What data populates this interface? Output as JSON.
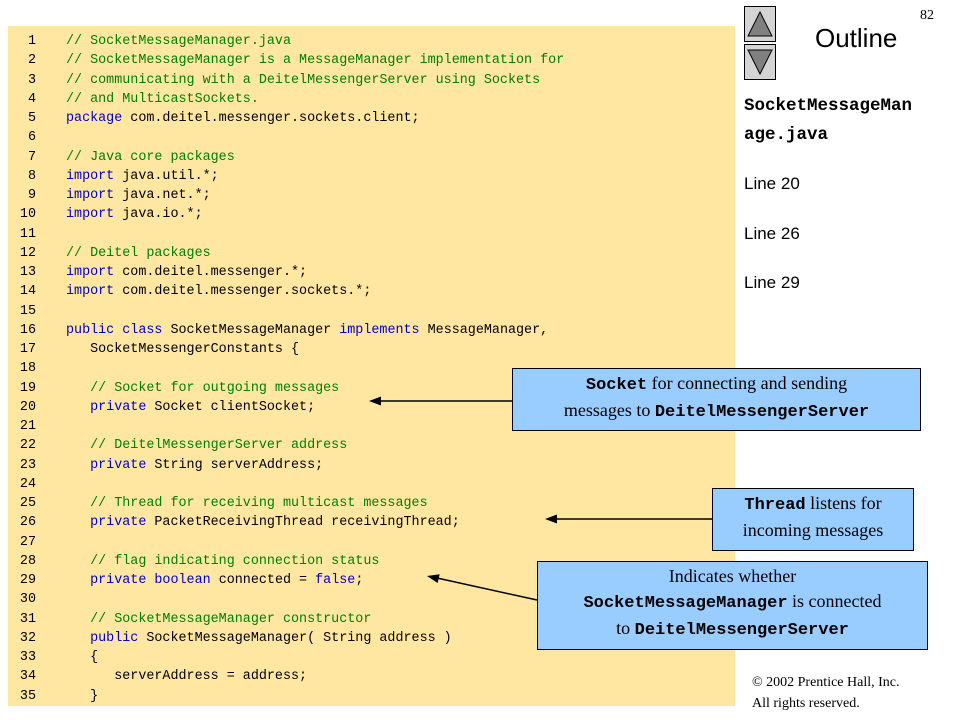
{
  "page_number": "82",
  "outline": {
    "title": "Outline",
    "file_title_line1": "SocketMessageMan",
    "file_title_line2": "age.java",
    "lines": [
      "Line 20",
      "Line 26",
      "Line 29"
    ]
  },
  "nav": {
    "up_icon": "triangle-up-icon",
    "down_icon": "triangle-down-icon"
  },
  "colors": {
    "code_background": "#ffe6a1",
    "callout_background": "#99ccff",
    "comment": "#008000",
    "keyword": "#0000cc"
  },
  "code_lines": [
    {
      "num": "1",
      "segments": [
        {
          "t": "// SocketMessageManager.java",
          "k": "cm"
        }
      ]
    },
    {
      "num": "2",
      "segments": [
        {
          "t": "// SocketMessageManager is a MessageManager implementation for",
          "k": "cm"
        }
      ]
    },
    {
      "num": "3",
      "segments": [
        {
          "t": "// communicating with a DeitelMessengerServer using Sockets",
          "k": "cm"
        }
      ]
    },
    {
      "num": "4",
      "segments": [
        {
          "t": "// and MulticastSockets.",
          "k": "cm"
        }
      ]
    },
    {
      "num": "5",
      "segments": [
        {
          "t": "package",
          "k": "kw"
        },
        {
          "t": " com.deitel.messenger.sockets.client;",
          "k": ""
        }
      ]
    },
    {
      "num": "6",
      "segments": []
    },
    {
      "num": "7",
      "segments": [
        {
          "t": "// Java core packages",
          "k": "cm"
        }
      ]
    },
    {
      "num": "8",
      "segments": [
        {
          "t": "import",
          "k": "kw"
        },
        {
          "t": " java.util.*;",
          "k": ""
        }
      ]
    },
    {
      "num": "9",
      "segments": [
        {
          "t": "import",
          "k": "kw"
        },
        {
          "t": " java.net.*;",
          "k": ""
        }
      ]
    },
    {
      "num": "10",
      "segments": [
        {
          "t": "import",
          "k": "kw"
        },
        {
          "t": " java.io.*;",
          "k": ""
        }
      ]
    },
    {
      "num": "11",
      "segments": []
    },
    {
      "num": "12",
      "segments": [
        {
          "t": "// Deitel packages",
          "k": "cm"
        }
      ]
    },
    {
      "num": "13",
      "segments": [
        {
          "t": "import",
          "k": "kw"
        },
        {
          "t": " com.deitel.messenger.*;",
          "k": ""
        }
      ]
    },
    {
      "num": "14",
      "segments": [
        {
          "t": "import",
          "k": "kw"
        },
        {
          "t": " com.deitel.messenger.sockets.*;",
          "k": ""
        }
      ]
    },
    {
      "num": "15",
      "segments": []
    },
    {
      "num": "16",
      "segments": [
        {
          "t": "public class",
          "k": "kw"
        },
        {
          "t": " SocketMessageManager ",
          "k": ""
        },
        {
          "t": "implements",
          "k": "kw"
        },
        {
          "t": " MessageManager,",
          "k": ""
        }
      ]
    },
    {
      "num": "17",
      "segments": [
        {
          "t": "   SocketMessengerConstants {",
          "k": ""
        }
      ]
    },
    {
      "num": "18",
      "segments": []
    },
    {
      "num": "19",
      "segments": [
        {
          "t": "   ",
          "k": ""
        },
        {
          "t": "// Socket for outgoing messages",
          "k": "cm"
        }
      ]
    },
    {
      "num": "20",
      "segments": [
        {
          "t": "   ",
          "k": ""
        },
        {
          "t": "private",
          "k": "kw"
        },
        {
          "t": " Socket clientSocket;",
          "k": ""
        }
      ]
    },
    {
      "num": "21",
      "segments": []
    },
    {
      "num": "22",
      "segments": [
        {
          "t": "   ",
          "k": ""
        },
        {
          "t": "// DeitelMessengerServer address",
          "k": "cm"
        }
      ]
    },
    {
      "num": "23",
      "segments": [
        {
          "t": "   ",
          "k": ""
        },
        {
          "t": "private",
          "k": "kw"
        },
        {
          "t": " String serverAddress;",
          "k": ""
        }
      ]
    },
    {
      "num": "24",
      "segments": []
    },
    {
      "num": "25",
      "segments": [
        {
          "t": "   ",
          "k": ""
        },
        {
          "t": "// Thread for receiving multicast messages",
          "k": "cm"
        }
      ]
    },
    {
      "num": "26",
      "segments": [
        {
          "t": "   ",
          "k": ""
        },
        {
          "t": "private",
          "k": "kw"
        },
        {
          "t": " PacketReceivingThread receivingThread;",
          "k": ""
        }
      ]
    },
    {
      "num": "27",
      "segments": []
    },
    {
      "num": "28",
      "segments": [
        {
          "t": "   ",
          "k": ""
        },
        {
          "t": "// flag indicating connection status",
          "k": "cm"
        }
      ]
    },
    {
      "num": "29",
      "segments": [
        {
          "t": "   ",
          "k": ""
        },
        {
          "t": "private boolean",
          "k": "kw"
        },
        {
          "t": " connected = ",
          "k": ""
        },
        {
          "t": "false",
          "k": "kw"
        },
        {
          "t": ";",
          "k": ""
        }
      ]
    },
    {
      "num": "30",
      "segments": []
    },
    {
      "num": "31",
      "segments": [
        {
          "t": "   ",
          "k": ""
        },
        {
          "t": "// SocketMessageManager constructor",
          "k": "cm"
        }
      ]
    },
    {
      "num": "32",
      "segments": [
        {
          "t": "   ",
          "k": ""
        },
        {
          "t": "public",
          "k": "kw"
        },
        {
          "t": " SocketMessageManager( String address )",
          "k": ""
        }
      ]
    },
    {
      "num": "33",
      "segments": [
        {
          "t": "   {",
          "k": ""
        }
      ]
    },
    {
      "num": "34",
      "segments": [
        {
          "t": "      serverAddress = address;",
          "k": ""
        }
      ]
    },
    {
      "num": "35",
      "segments": [
        {
          "t": "   }",
          "k": ""
        }
      ]
    }
  ],
  "callouts": {
    "socket": {
      "mono1": "Socket",
      "text1": " for connecting and sending",
      "text2": "messages to ",
      "mono2": "DeitelMessengerServer"
    },
    "thread": {
      "mono1": "Thread",
      "text1": " listens for",
      "text2": "incoming messages"
    },
    "connected": {
      "text1": "Indicates whether",
      "mono1": "SocketMessageManager",
      "text2": " is connected",
      "text3": "to ",
      "mono2": "DeitelMessengerServer"
    }
  },
  "copyright": {
    "line1": "© 2002 Prentice Hall, Inc.",
    "line2": "All rights reserved."
  }
}
